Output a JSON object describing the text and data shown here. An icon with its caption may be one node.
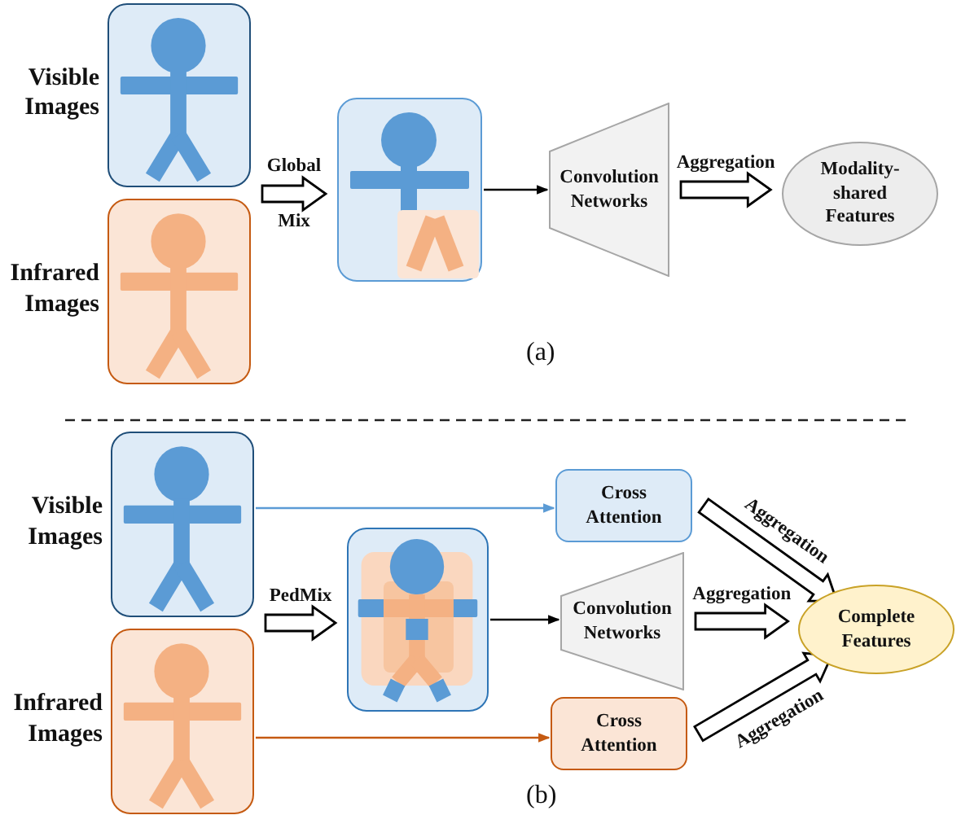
{
  "diagram": {
    "nodes": [
      {
        "text": [],
        "shape": "picture",
        "beside": [
          "Visible Images"
        ]
      },
      {
        "text": [],
        "shape": "picture",
        "beside": [
          "Infrared Images"
        ]
      },
      {
        "text": [],
        "shape": "picture"
      },
      {
        "text": [
          "Convolution Networks"
        ]
      },
      {
        "text": [
          "Modality-shared Features"
        ]
      },
      {
        "text": [],
        "shape": "picture",
        "beside": [
          "Visible Images"
        ]
      },
      {
        "text": [],
        "shape": "picture",
        "beside": [
          "Infrared Images"
        ]
      },
      {
        "text": [],
        "shape": "picture"
      },
      {
        "text": [
          "Cross Attention"
        ]
      },
      {
        "text": [
          "Convolution Networks"
        ]
      },
      {
        "text": [
          "Cross Attention"
        ]
      },
      {
        "text": [
          "Complete Features"
        ]
      }
    ],
    "edges": [
      {
        "from": 0,
        "to": 2,
        "arrow": "to",
        "style": "thick",
        "label": "Global Mix"
      },
      {
        "from": 1,
        "to": 2,
        "arrow": "to",
        "style": "thick"
      },
      {
        "from": 2,
        "to": 3,
        "arrow": "to"
      },
      {
        "from": 3,
        "to": 4,
        "arrow": "to",
        "style": "thick",
        "label": "Aggregation"
      },
      {
        "from": 5,
        "to": 7,
        "arrow": "to",
        "style": "thick",
        "label": "PedMix"
      },
      {
        "from": 6,
        "to": 7,
        "arrow": "to",
        "style": "thick"
      },
      {
        "from": 5,
        "to": 8,
        "arrow": "to",
        "color": "#5b9bd5"
      },
      {
        "from": 6,
        "to": 10,
        "arrow": "to",
        "color": "#c55a11"
      },
      {
        "from": 7,
        "to": 9,
        "arrow": "to"
      },
      {
        "from": 8,
        "to": 11,
        "arrow": "to",
        "style": "thick",
        "label": "Aggregation"
      },
      {
        "from": 9,
        "to": 11,
        "arrow": "to",
        "style": "thick",
        "label": "Aggregation"
      },
      {
        "from": 10,
        "to": 11,
        "arrow": "to",
        "style": "thick",
        "label": "Aggregation"
      }
    ],
    "labels": [
      "(a)",
      "(b)"
    ]
  }
}
